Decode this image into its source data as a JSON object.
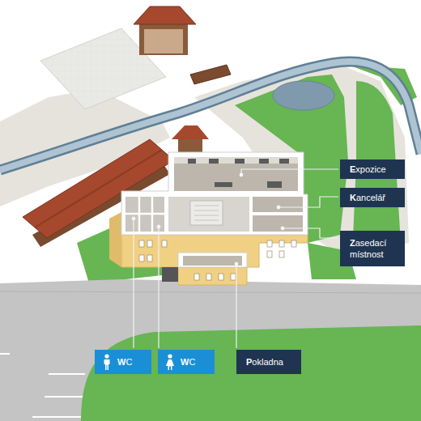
{
  "diagram": {
    "nodes": [
      {
        "text": [
          "Expozice"
        ]
      },
      {
        "text": [
          "Kancelář"
        ]
      },
      {
        "text": [
          "Zasedací místnost"
        ]
      },
      {
        "text": [
          "WC"
        ]
      },
      {
        "text": [
          "WC"
        ]
      },
      {
        "text": [
          "Pokladna"
        ]
      }
    ]
  }
}
